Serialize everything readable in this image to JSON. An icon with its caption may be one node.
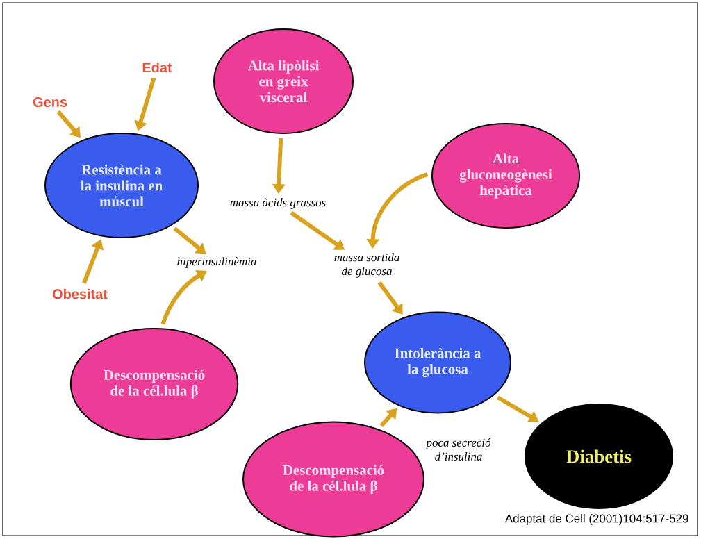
{
  "diagram": {
    "caption": "Adaptat de Cell (2001)104:517-529",
    "nodes": [
      {
        "text": [
          "Gens"
        ]
      },
      {
        "text": [
          "Edat"
        ]
      },
      {
        "text": [
          "Resistència a la insulina en múscul"
        ]
      },
      {
        "text": [
          "Alta lipòlisi en greix visceral"
        ]
      },
      {
        "text": [
          "massa àcids grassos"
        ]
      },
      {
        "text": [
          "Alta gluconeogènesi hepàtica"
        ]
      },
      {
        "text": [
          "Obesitat"
        ]
      },
      {
        "text": [
          "hiperinsulinèmia"
        ]
      },
      {
        "text": [
          "massa sortida de glucosa"
        ]
      },
      {
        "text": [
          "Descompensació de la cél.lula β"
        ]
      },
      {
        "text": [
          "Intolerància a la glucosa"
        ]
      },
      {
        "text": [
          "Descompensació de la cél.lula β"
        ]
      },
      {
        "text": [
          "Diabetis"
        ]
      }
    ],
    "edges": [
      {
        "from": 0,
        "to": 2,
        "arrow": "to"
      },
      {
        "from": 1,
        "to": 2,
        "arrow": "to"
      },
      {
        "from": 6,
        "to": 2,
        "arrow": "to"
      },
      {
        "from": 3,
        "to": 4,
        "arrow": "to"
      },
      {
        "from": 2,
        "to": 7,
        "arrow": "to"
      },
      {
        "from": 4,
        "to": 8,
        "arrow": "to"
      },
      {
        "from": 5,
        "to": 8,
        "arrow": "to"
      },
      {
        "from": 9,
        "to": 7,
        "arrow": "to"
      },
      {
        "from": 8,
        "to": 10,
        "arrow": "to"
      },
      {
        "from": 11,
        "to": 10,
        "arrow": "to"
      },
      {
        "from": 10,
        "to": 12,
        "arrow": "to"
      }
    ],
    "labels": [
      "poca secreció d’insulina"
    ]
  }
}
